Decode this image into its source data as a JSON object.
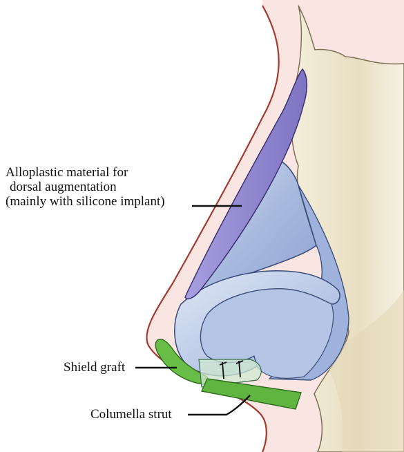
{
  "labels": {
    "alloplastic": {
      "line1": "Alloplastic material for",
      "line2": "dorsal augmentation",
      "line3": "(mainly with silicone implant)"
    },
    "shield_graft": "Shield graft",
    "columella_strut": "Columella strut"
  },
  "colors": {
    "skin_outline": "#a33a2e",
    "soft_tissue": "#f8e4e0",
    "bone": "#ece3c8",
    "cartilage": "#aebfe2",
    "alloplastic_implant": "#8f86cf",
    "graft_green": "#62b544"
  }
}
